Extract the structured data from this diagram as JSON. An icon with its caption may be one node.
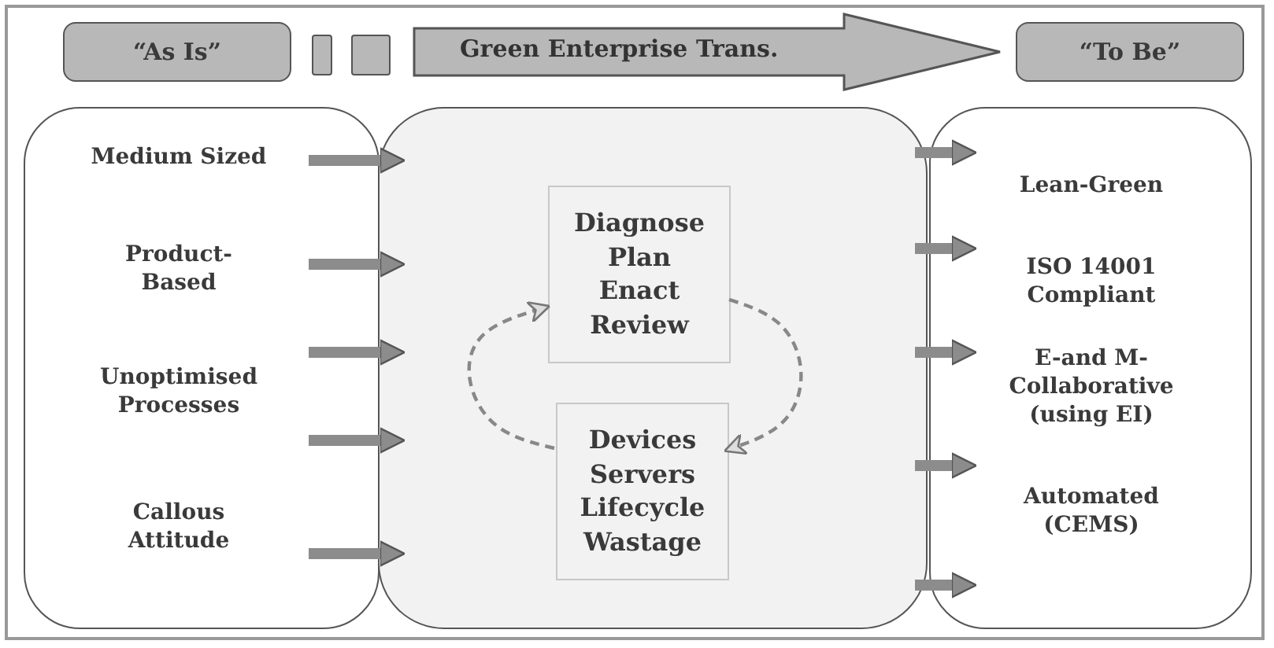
{
  "diagram": {
    "nodes": [
      {
        "text": [
          "“As Is”"
        ]
      },
      {
        "text": [],
        "shape": "box"
      },
      {
        "text": [],
        "shape": "box"
      },
      {
        "text": [
          "Green Enterprise Trans."
        ]
      },
      {
        "text": [
          "“To Be”"
        ]
      },
      {
        "text": [
          "Medium Sized",
          "Product-Based",
          "Unoptimised Processes",
          "Callous Attitude"
        ]
      },
      {
        "text": [],
        "shape": "box"
      },
      {
        "text": [
          "Diagnose Plan Enact Review"
        ],
        "in": 6
      },
      {
        "text": [
          "Devices Servers Lifecycle Wastage"
        ],
        "in": 6
      },
      {
        "text": [
          "Lean-Green",
          "ISO 14001 Compliant",
          "E-and M-Collaborative (using EI)",
          "Automated (CEMS)"
        ]
      }
    ],
    "edges": [
      {
        "from": 5,
        "to": 6,
        "arrow": "to"
      },
      {
        "from": 5,
        "to": 6,
        "arrow": "to"
      },
      {
        "from": 5,
        "to": 6,
        "arrow": "to"
      },
      {
        "from": 5,
        "to": 6,
        "arrow": "to"
      },
      {
        "from": 5,
        "to": 6,
        "arrow": "to"
      },
      {
        "from": 6,
        "to": 9,
        "arrow": "to"
      },
      {
        "from": 6,
        "to": 9,
        "arrow": "to"
      },
      {
        "from": 6,
        "to": 9,
        "arrow": "to"
      },
      {
        "from": 6,
        "to": 9,
        "arrow": "to"
      },
      {
        "from": 6,
        "to": 9,
        "arrow": "to"
      },
      {
        "from": 8,
        "to": 7,
        "arrow": "to",
        "style": "dashed"
      },
      {
        "from": 7,
        "to": 8,
        "arrow": "to",
        "style": "dashed"
      }
    ]
  }
}
